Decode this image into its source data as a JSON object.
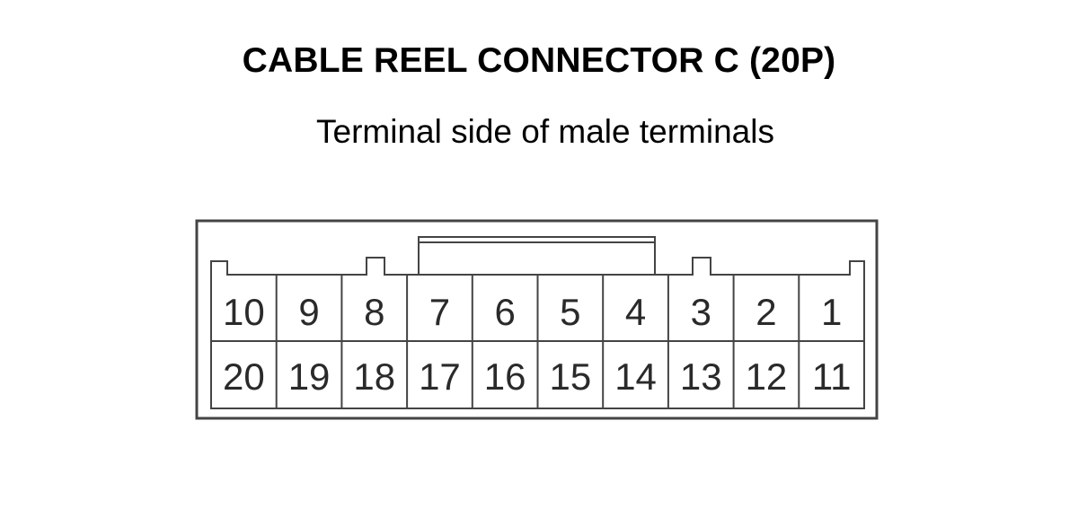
{
  "title": "CABLE REEL CONNECTOR C (20P)",
  "subtitle": "Terminal side of male terminals",
  "connector": {
    "pin_count": 20,
    "top_row": [
      "10",
      "9",
      "8",
      "7",
      "6",
      "5",
      "4",
      "3",
      "2",
      "1"
    ],
    "bottom_row": [
      "20",
      "19",
      "18",
      "17",
      "16",
      "15",
      "14",
      "13",
      "12",
      "11"
    ]
  },
  "colors": {
    "outline": "#444444",
    "text": "#2a2a2a"
  }
}
